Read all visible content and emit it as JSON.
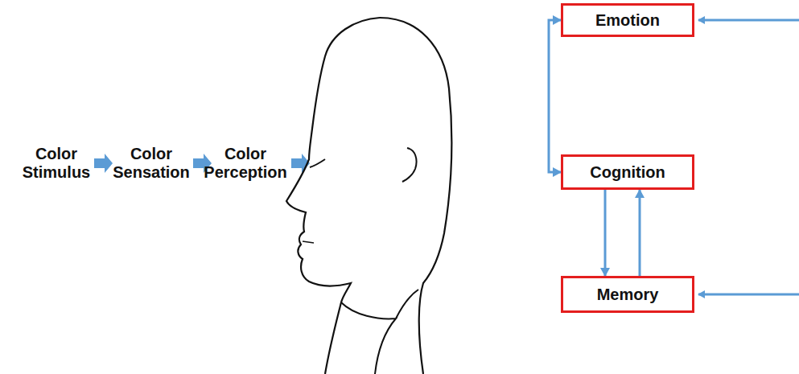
{
  "diagram": {
    "nodes": [
      {
        "text": [
          "Emotion"
        ]
      },
      {
        "text": [
          "Cognition"
        ]
      },
      {
        "text": [
          "Memory"
        ]
      }
    ],
    "edges": [
      {
        "from": 0,
        "to": 1,
        "arrow": "both"
      },
      {
        "from": 1,
        "to": 2,
        "arrow": "to"
      },
      {
        "from": 2,
        "to": 1,
        "arrow": "to"
      }
    ],
    "labels": [
      "Color Stimulus",
      "Color Sensation",
      "Color Perception"
    ]
  }
}
